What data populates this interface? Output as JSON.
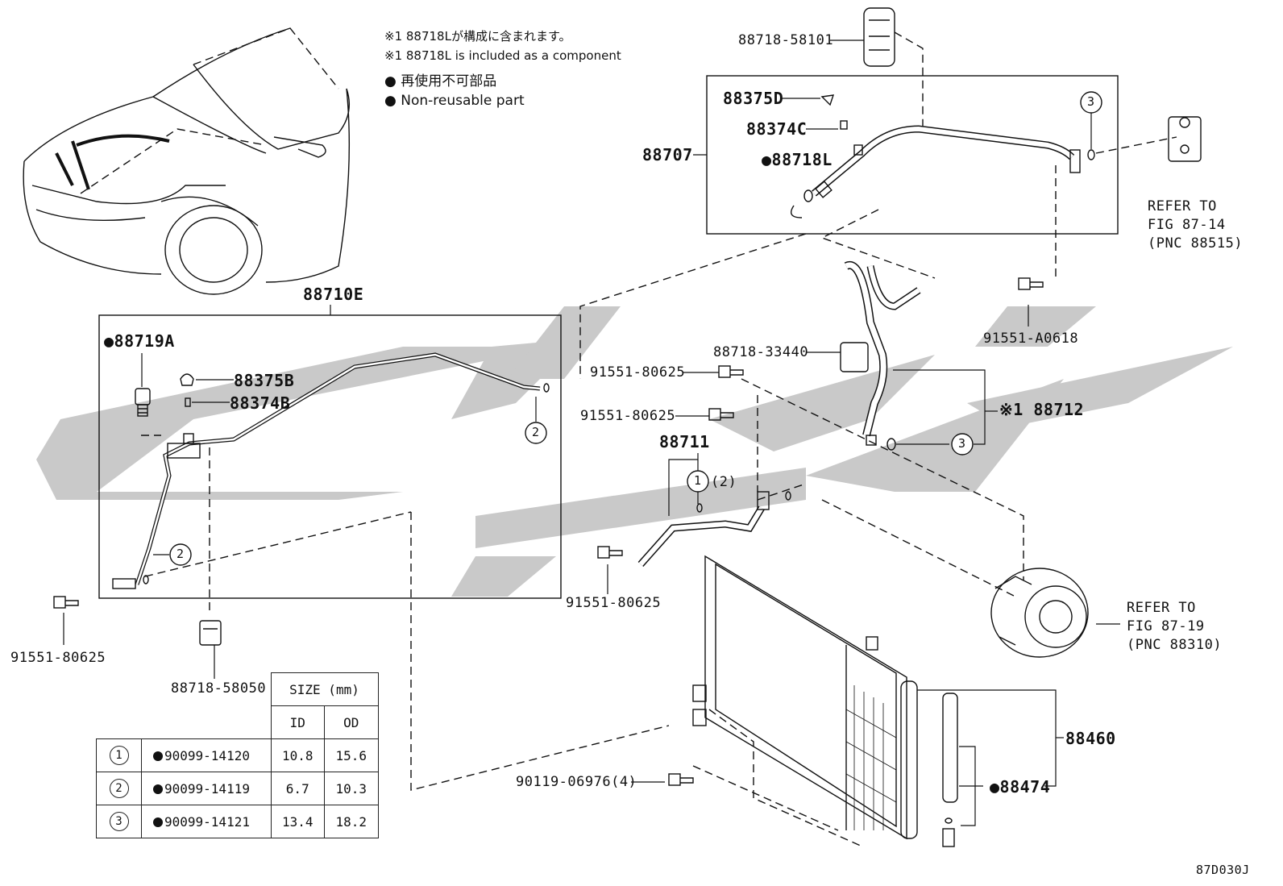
{
  "notes": {
    "line1": "※1 88718Lが構成に含まれます。",
    "line2": "※1 88718L is included as a component",
    "line3": "● 再使用不可部品",
    "line4": "● Non-reusable part"
  },
  "labels": {
    "p88718_58101": "88718-58101",
    "p88375D": "88375D",
    "p88374C": "88374C",
    "p88707": "88707",
    "p88718L": "●88718L",
    "refer1_a": "REFER TO",
    "refer1_b": "FIG 87-14",
    "refer1_c": "(PNC 88515)",
    "p91551_A0618": "91551-A0618",
    "p88710E": "88710E",
    "p88719A": "●88719A",
    "p88375B": "88375B",
    "p88374B": "88374B",
    "p88718_33440": "88718-33440",
    "p91551_80625_a": "91551-80625",
    "p91551_80625_b": "91551-80625",
    "p88712": "※1 88712",
    "p88711": "88711",
    "p88711_q": "(2)",
    "p91551_80625_c": "91551-80625",
    "p91551_80625_d": "91551-80625",
    "refer2_a": "REFER TO",
    "refer2_b": "FIG 87-19",
    "refer2_c": "(PNC 88310)",
    "p88718_58050": "88718-58050",
    "p88460": "88460",
    "p88474": "●88474",
    "p90119": "90119-06976(4)",
    "code": "87D030J"
  },
  "callouts": {
    "c1": "1",
    "c2": "2",
    "c3": "3"
  },
  "size_table": {
    "header": "SIZE (mm)",
    "col_id": "ID",
    "col_od": "OD",
    "rows": [
      {
        "n": "1",
        "part": "90099-14120",
        "id": "10.8",
        "od": "15.6"
      },
      {
        "n": "2",
        "part": "90099-14119",
        "id": "6.7",
        "od": "10.3"
      },
      {
        "n": "3",
        "part": "90099-14121",
        "id": "13.4",
        "od": "18.2"
      }
    ]
  }
}
